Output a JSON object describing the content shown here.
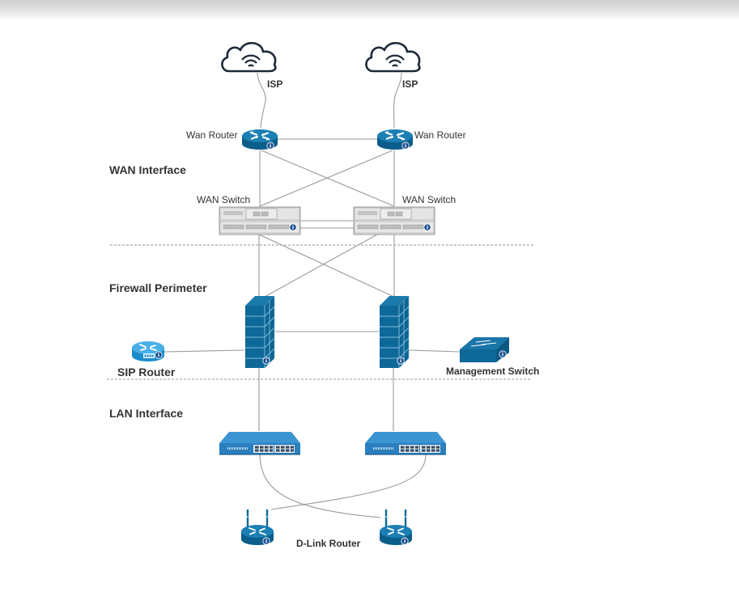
{
  "diagram": {
    "sections": {
      "wan": "WAN Interface",
      "firewall": "Firewall Perimeter",
      "lan": "LAN Interface"
    },
    "nodes": {
      "isp_left": {
        "label": "ISP",
        "icon": "cloud-wifi-icon"
      },
      "isp_right": {
        "label": "ISP",
        "icon": "cloud-wifi-icon"
      },
      "wan_router_left": {
        "label": "Wan Router",
        "icon": "router-icon"
      },
      "wan_router_right": {
        "label": "Wan Router",
        "icon": "router-icon"
      },
      "wan_switch_left": {
        "label": "WAN Switch",
        "icon": "server-switch-icon"
      },
      "wan_switch_right": {
        "label": "WAN Switch",
        "icon": "server-switch-icon"
      },
      "firewall_left": {
        "label": "",
        "icon": "firewall-icon"
      },
      "firewall_right": {
        "label": "",
        "icon": "firewall-icon"
      },
      "sip_router": {
        "label": "SIP Router",
        "icon": "voice-router-icon"
      },
      "management_switch": {
        "label": "Management Switch",
        "icon": "workgroup-switch-icon"
      },
      "lan_switch_left": {
        "label": "",
        "icon": "ethernet-switch-icon"
      },
      "lan_switch_right": {
        "label": "",
        "icon": "ethernet-switch-icon"
      },
      "dlink_router_left": {
        "label": "",
        "icon": "wireless-router-icon"
      },
      "dlink_router_right": {
        "label": "",
        "icon": "wireless-router-icon"
      },
      "dlink_label": "D-Link Router"
    },
    "colors": {
      "device_blue": "#0f6a98",
      "device_dark": "#0b557c",
      "device_light": "#1f86bb",
      "lan_switch_blue": "#2a82c4",
      "line_gray": "#9a9a9a",
      "cloud_stroke": "#1d2838",
      "info_badge": "#1c4f8f"
    }
  }
}
